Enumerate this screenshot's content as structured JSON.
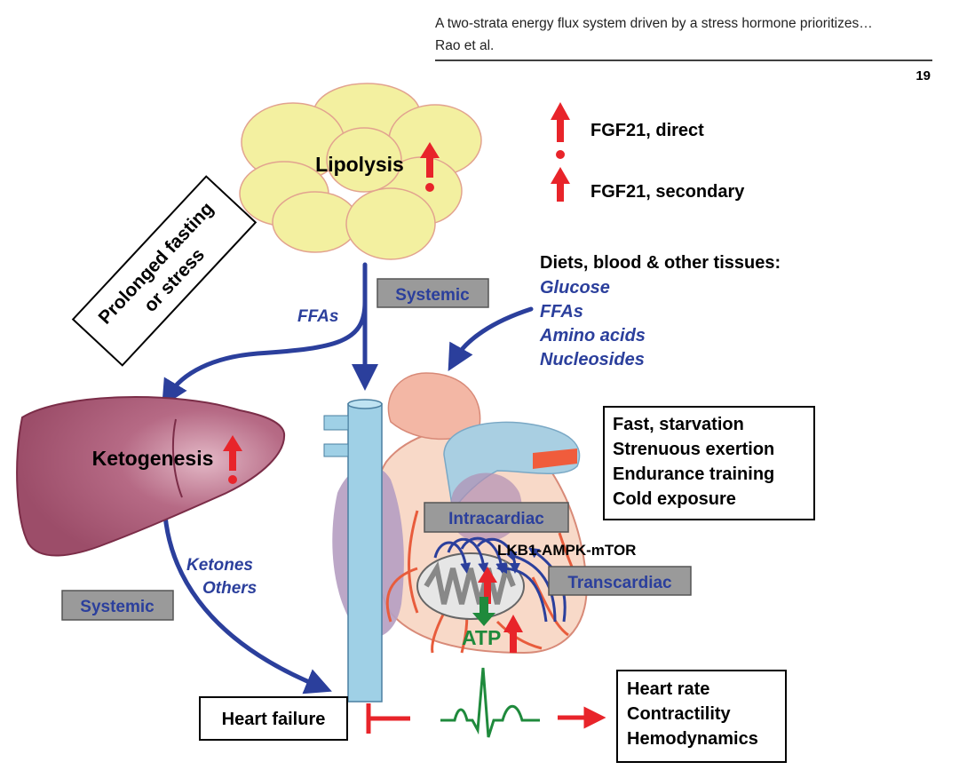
{
  "header": {
    "title": "A two-strata energy flux system driven by a stress hormone prioritizes…",
    "authors": "Rao et al.",
    "page_number": "19"
  },
  "legend": {
    "direct": "FGF21, direct",
    "secondary": "FGF21, secondary"
  },
  "labels": {
    "lipolysis": "Lipolysis",
    "ketogenesis": "Ketogenesis",
    "prolonged_line1": "Prolonged fasting",
    "prolonged_line2": "or stress",
    "systemic_top": "Systemic",
    "systemic_left": "Systemic",
    "ffas_flow": "FFAs",
    "ketones": "Ketones",
    "others": "Others",
    "intracardiac": "Intracardiac",
    "transcardiac": "Transcardiac",
    "lkb1": "LKB1-AMPK-mTOR",
    "atp": "ATP"
  },
  "diets": {
    "heading": "Diets, blood & other tissues:",
    "items": [
      "Glucose",
      "FFAs",
      "Amino acids",
      "Nucleosides"
    ]
  },
  "conditions": [
    "Fast, starvation",
    "Strenuous exertion",
    "Endurance training",
    "Cold exposure"
  ],
  "heart_failure": "Heart failure",
  "outcomes": [
    "Heart rate",
    "Contractility",
    "Hemodynamics"
  ],
  "colors": {
    "blue_arrow": "#2b3f9c",
    "red_arrow": "#e8242a",
    "green": "#1f8a3c",
    "fat": "#f3f0a0",
    "liver": "#a65470",
    "grey_label": "#9a9a9a"
  }
}
